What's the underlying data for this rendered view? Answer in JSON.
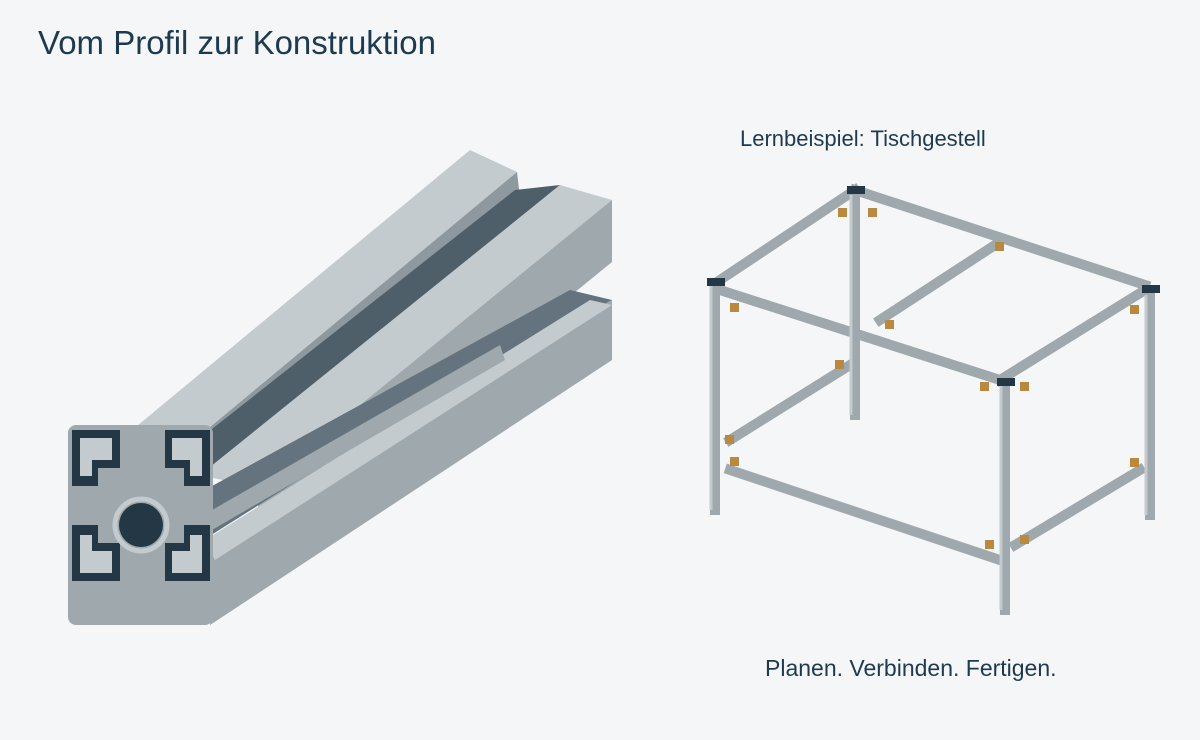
{
  "header": {
    "title": "Vom Profil zur Konstruktion"
  },
  "illustration": {
    "profile": {
      "name": "aluminum-profile"
    },
    "frame": {
      "caption": "Lernbeispiel: Tischgestell"
    }
  },
  "footer": {
    "tagline": "Planen. Verbinden. Fertigen."
  },
  "colors": {
    "background": "#f4f6f8",
    "text": "#1e3a4f",
    "profile_light": "#c3cbcf",
    "profile_mid": "#9ea8ad",
    "profile_dark": "#64737d",
    "profile_slot": "#233844",
    "bracket": "#b8893e"
  }
}
